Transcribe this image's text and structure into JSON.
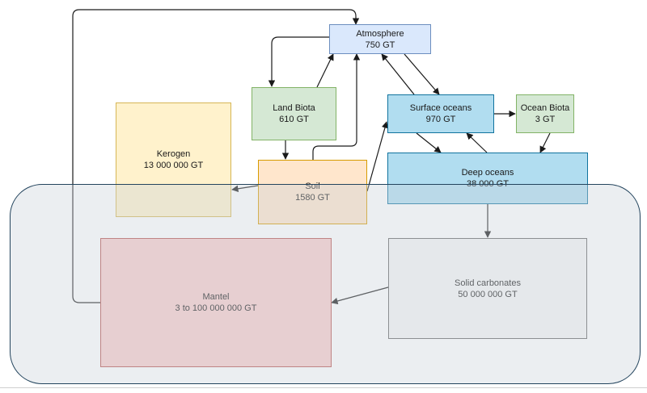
{
  "nodes": {
    "atmosphere": {
      "name": "Atmosphere",
      "value": "750 GT",
      "fill": "#dae8fc",
      "stroke": "#6c8ebf"
    },
    "land_biota": {
      "name": "Land Biota",
      "value": "610 GT",
      "fill": "#d5e8d4",
      "stroke": "#82b366"
    },
    "surface_oceans": {
      "name": "Surface oceans",
      "value": "970 GT",
      "fill": "#b1ddf0",
      "stroke": "#10739e"
    },
    "ocean_biota": {
      "name": "Ocean Biota",
      "value": "3 GT",
      "fill": "#d5e8d4",
      "stroke": "#82b366"
    },
    "kerogen": {
      "name": "Kerogen",
      "value": "13 000 000 GT",
      "fill": "#fff2cc",
      "stroke": "#d6b656"
    },
    "soil": {
      "name": "Soil",
      "value": "1580 GT",
      "fill": "#ffe6cc",
      "stroke": "#d79b00"
    },
    "deep_oceans": {
      "name": "Deep oceans",
      "value": "38 000 GT",
      "fill": "#b1ddf0",
      "stroke": "#10739e"
    },
    "mantel": {
      "name": "Mantel",
      "value": "3 to 100 000 000 GT",
      "fill": "#f8cecc",
      "stroke": "#b85450"
    },
    "solid_carbonates": {
      "name": "Solid carbonates",
      "value": "50 000 000 GT",
      "fill": "#f5f5f5",
      "stroke": "#666666"
    }
  },
  "colors": {
    "edge": "#1a1a1a",
    "crust_stroke": "#23445d",
    "crust_fill": "#cbd2da"
  }
}
